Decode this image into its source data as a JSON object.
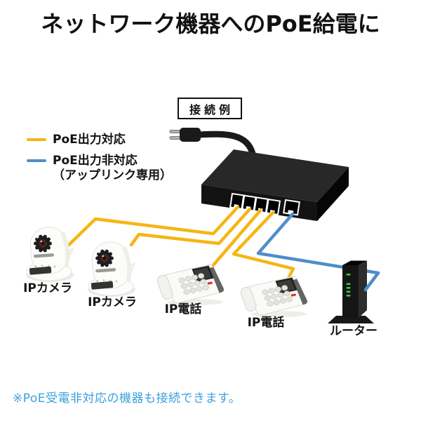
{
  "title": "ネットワーク機器へのPoE給電に",
  "connection_example": {
    "label": "接続例"
  },
  "legend": {
    "items": [
      {
        "label": "PoE出力対応",
        "color": "#f6b513"
      },
      {
        "label": "PoE出力非対応",
        "label2": "（アップリンク専用）",
        "color": "#4f8dcb"
      }
    ]
  },
  "switch": {
    "poe_ports": 4,
    "uplink_ports": 1
  },
  "devices": [
    {
      "id": "ip-camera-1",
      "label": "IPカメラ",
      "connection": "poe"
    },
    {
      "id": "ip-camera-2",
      "label": "IPカメラ",
      "connection": "poe"
    },
    {
      "id": "ip-phone-1",
      "label": "IP電話",
      "connection": "poe"
    },
    {
      "id": "ip-phone-2",
      "label": "IP電話",
      "connection": "poe"
    },
    {
      "id": "router",
      "label": "ルーター",
      "connection": "uplink"
    }
  ],
  "footnote": {
    "text": "※PoE受電非対応の機器も接続できます。",
    "color": "#3aa0dc"
  }
}
